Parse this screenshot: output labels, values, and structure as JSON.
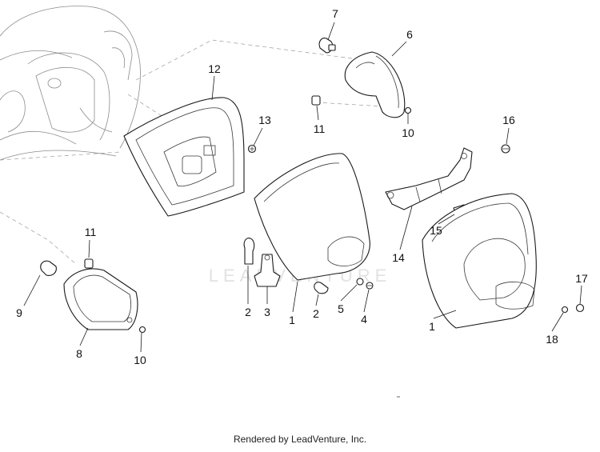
{
  "callouts": {
    "n1a": "1",
    "n1b": "1",
    "n2a": "2",
    "n2b": "2",
    "n3": "3",
    "n4": "4",
    "n5": "5",
    "n6": "6",
    "n7": "7",
    "n8": "8",
    "n9": "9",
    "n10a": "10",
    "n10b": "10",
    "n11a": "11",
    "n11b": "11",
    "n12": "12",
    "n13": "13",
    "n14": "14",
    "n15": "15",
    "n16": "16",
    "n17": "17",
    "n18": "18"
  },
  "watermark": {
    "text": "LEADVENTURE"
  },
  "footer": {
    "credit": "Rendered by LeadVenture, Inc."
  },
  "colors": {
    "line": "#1a1a1a",
    "ghost": "#8c8c8c",
    "watermark": "#e2e2e2"
  }
}
